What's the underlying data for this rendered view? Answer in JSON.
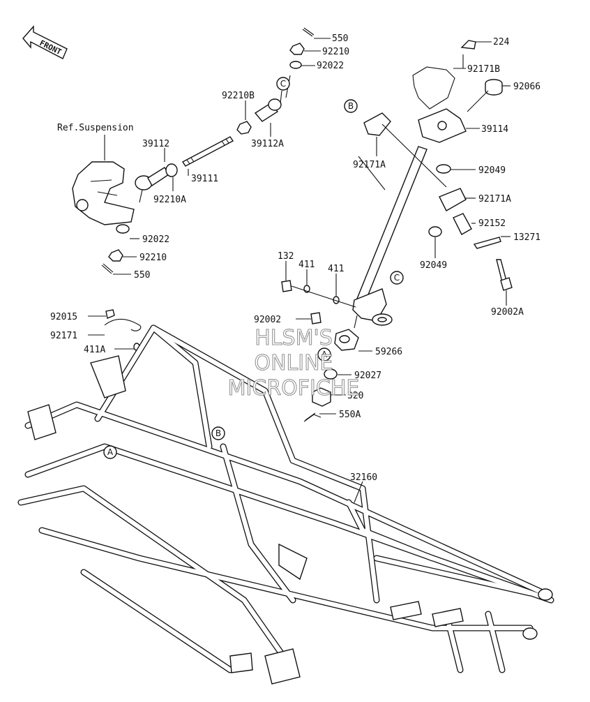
{
  "front_label": "FRONT",
  "ref_suspension": "Ref.Suspension",
  "watermark": [
    "HLSM'S",
    "ONLINE",
    "MICROFICHE"
  ],
  "callouts": {
    "A": "A",
    "B": "B",
    "C": "C"
  },
  "part_labels": {
    "p550_top": "550",
    "p92210_top": "92210",
    "p92022_top": "92022",
    "p224": "224",
    "p92171B": "92171B",
    "p92066": "92066",
    "p92210B": "92210B",
    "p39114": "39114",
    "p39112A": "39112A",
    "p39112": "39112",
    "p92171A_upper": "92171A",
    "p92049_upper": "92049",
    "p39111": "39111",
    "p92210A": "92210A",
    "p92171A_lower": "92171A",
    "p92152": "92152",
    "p13271": "13271",
    "p92022_lower": "92022",
    "p92210_lower": "92210",
    "p92049_lower": "92049",
    "p550_lower": "550",
    "p132": "132",
    "p411_left": "411",
    "p411_right": "411",
    "p92002A": "92002A",
    "p92002": "92002",
    "p92015": "92015",
    "p92171": "92171",
    "p411A": "411A",
    "p59266": "59266",
    "p92027": "92027",
    "p320": "320",
    "p550A": "550A",
    "p32160": "32160"
  }
}
